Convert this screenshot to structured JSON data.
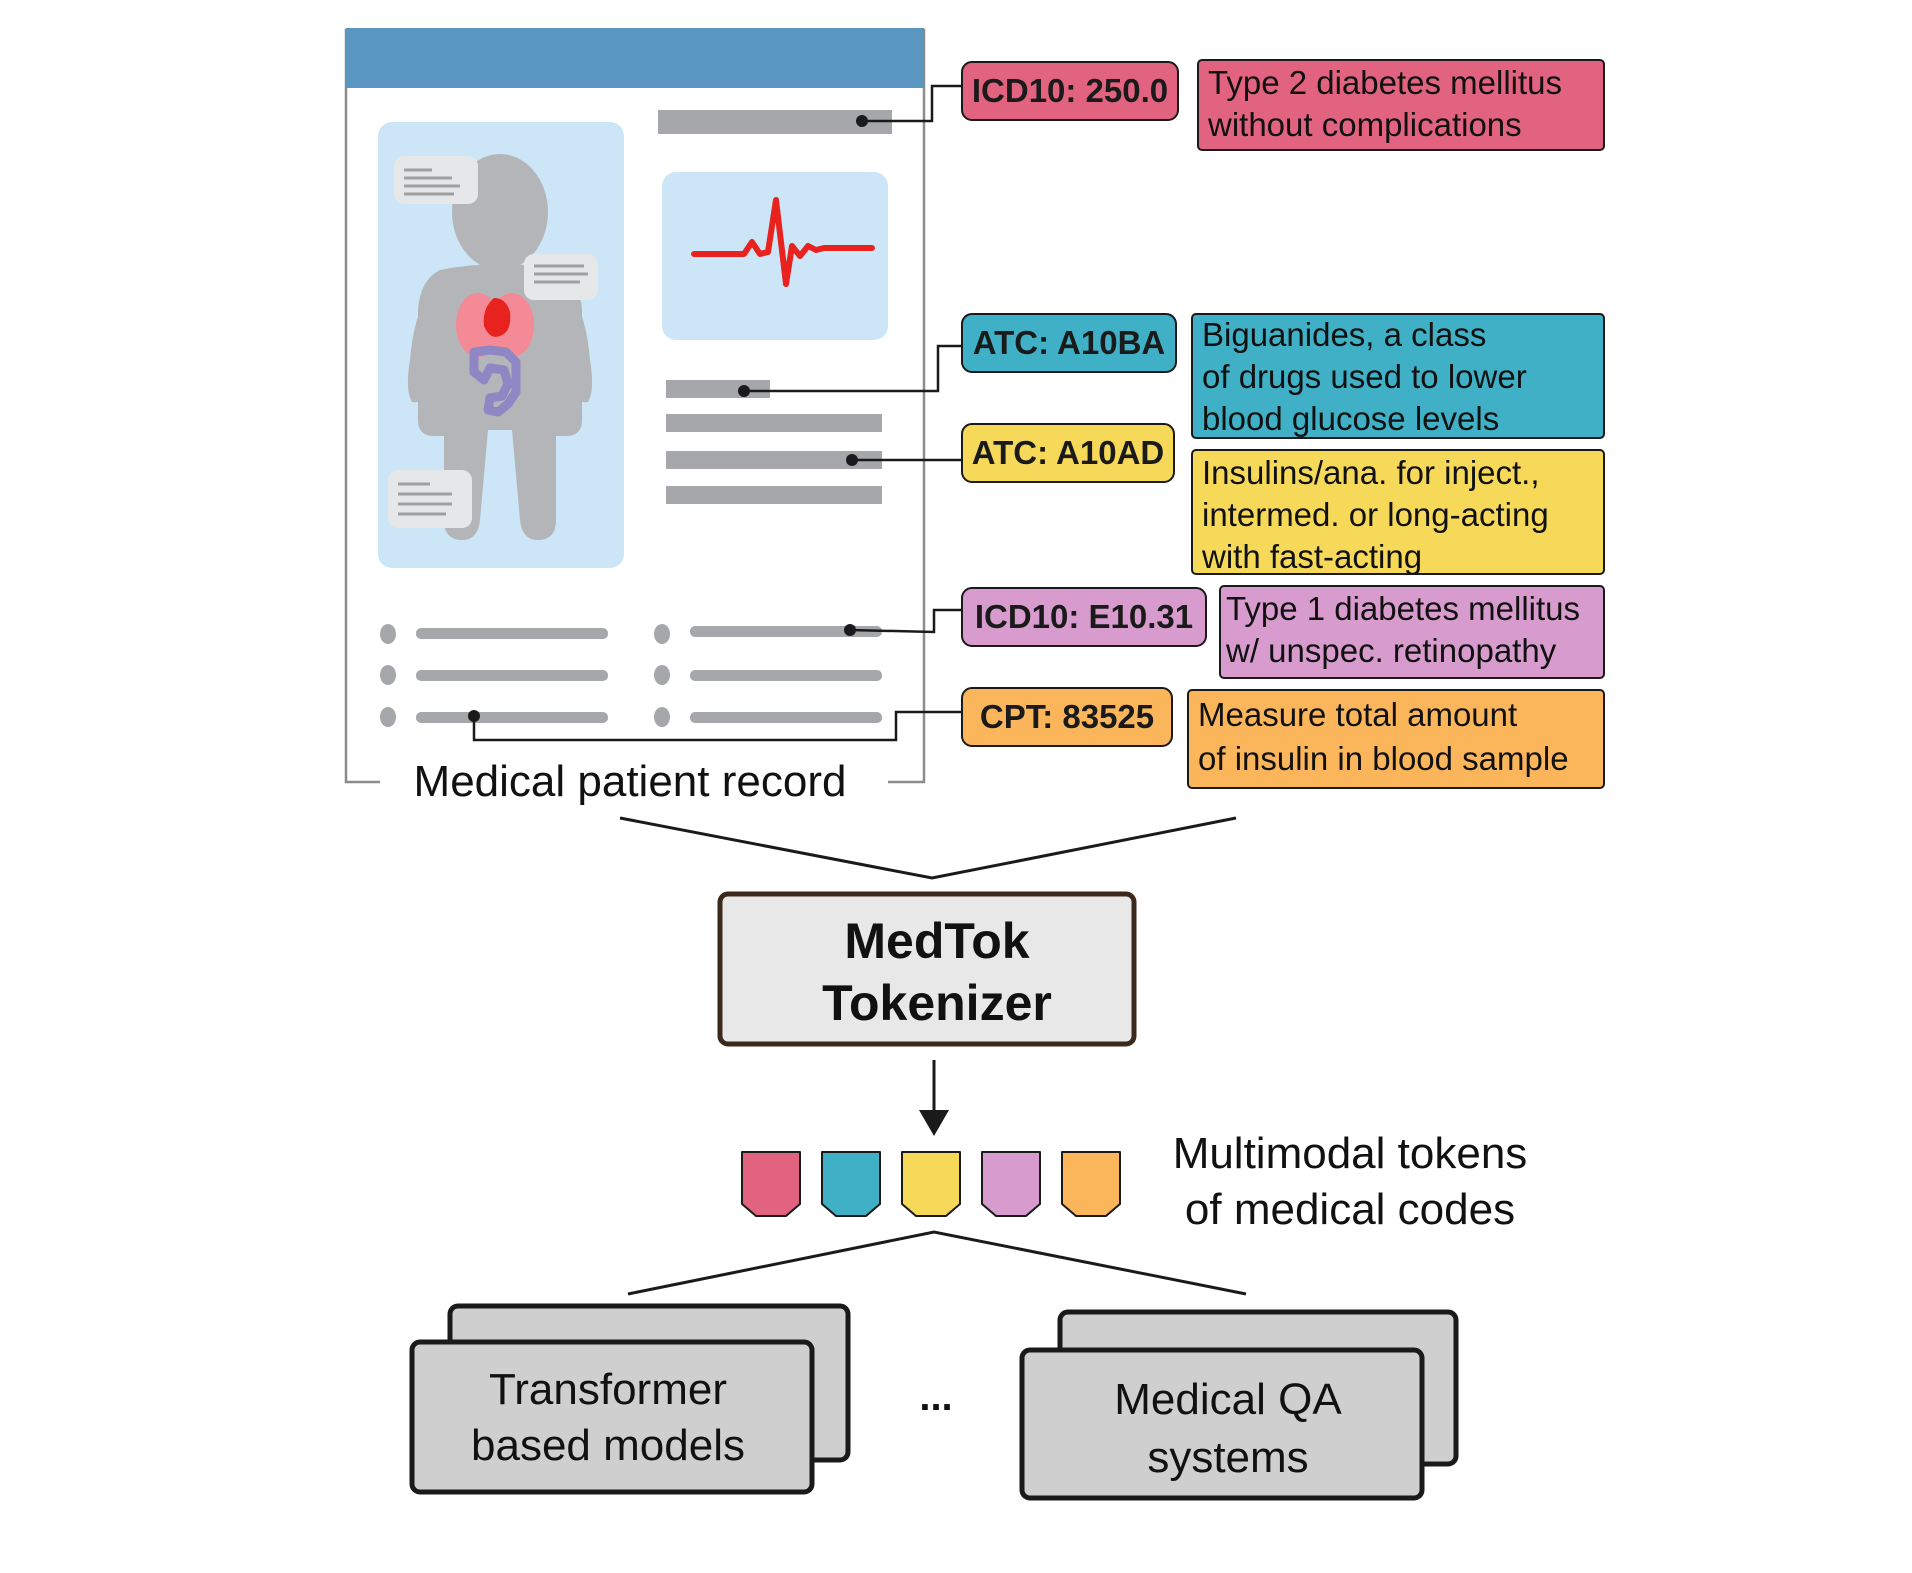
{
  "record": {
    "caption": "Medical patient record"
  },
  "codes": [
    {
      "code": "ICD10: 250.0",
      "description": [
        "Type 2 diabetes mellitus",
        "without complications"
      ],
      "color": "#e2637f"
    },
    {
      "code": "ATC: A10BA",
      "description": [
        "Biguanides, a class",
        "of drugs used to lower",
        "blood glucose levels"
      ],
      "color": "#3fb0c6"
    },
    {
      "code": "ATC: A10AD",
      "description": [
        "Insulins/ana. for inject.,",
        "intermed. or long-acting",
        "with fast-acting"
      ],
      "color": "#f7d95a"
    },
    {
      "code": "ICD10: E10.31",
      "description": [
        "Type 1 diabetes mellitus",
        "w/ unspec. retinopathy"
      ],
      "color": "#d79ccd"
    },
    {
      "code": "CPT: 83525",
      "description": [
        "Measure total amount",
        "of insulin in blood sample"
      ],
      "color": "#fbb65c"
    }
  ],
  "tokenizer": {
    "line1": "MedTok",
    "line2": "Tokenizer"
  },
  "tokens": {
    "label_line1": "Multimodal tokens",
    "label_line2": "of medical codes",
    "colors": [
      "#e2637f",
      "#3fb0c6",
      "#f7d95a",
      "#d79ccd",
      "#fbb65c"
    ]
  },
  "downstream": {
    "model1_line1": "Transformer",
    "model1_line2": "based models",
    "ellipsis": "...",
    "model2_line1": "Medical QA",
    "model2_line2": "systems"
  },
  "colors": {
    "record_header": "#5a97c0",
    "panel_light_blue": "#cce6f8",
    "body_gray": "#b4b5b8",
    "line_gray": "#a6a7aa",
    "ecg_red": "#e8231f",
    "box_gray": "#e8e8e8",
    "model_box_gray": "#cfcfcf"
  }
}
